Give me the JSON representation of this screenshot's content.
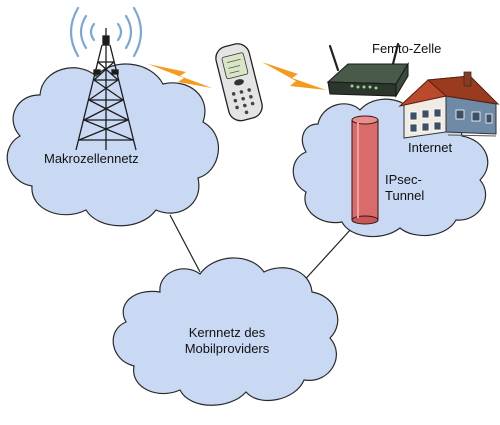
{
  "labels": {
    "macro": "Makrozellennetz",
    "femto": "Femto-Zelle",
    "internet": "Internet",
    "ipsec_line1": "IPsec-",
    "ipsec_line2": "Tunnel",
    "core_line1": "Kernnetz des",
    "core_line2": "Mobilproviders"
  },
  "colors": {
    "cloud_fill": "#c9d9f3",
    "cloud_stroke": "#2a2a2a",
    "tunnel": "#d96b6b",
    "lightning": "#f59a1c",
    "tower": "#1c1c1c",
    "signal": "#7aa6dd",
    "roof": "#b94a2c",
    "house_wall": "#6f8aa6"
  },
  "icons": [
    "radio-tower-icon",
    "signal-waves-icon",
    "mobile-phone-icon",
    "lightning-icon",
    "femto-router-icon",
    "house-icon",
    "tunnel-cylinder-icon",
    "cloud-icon"
  ]
}
